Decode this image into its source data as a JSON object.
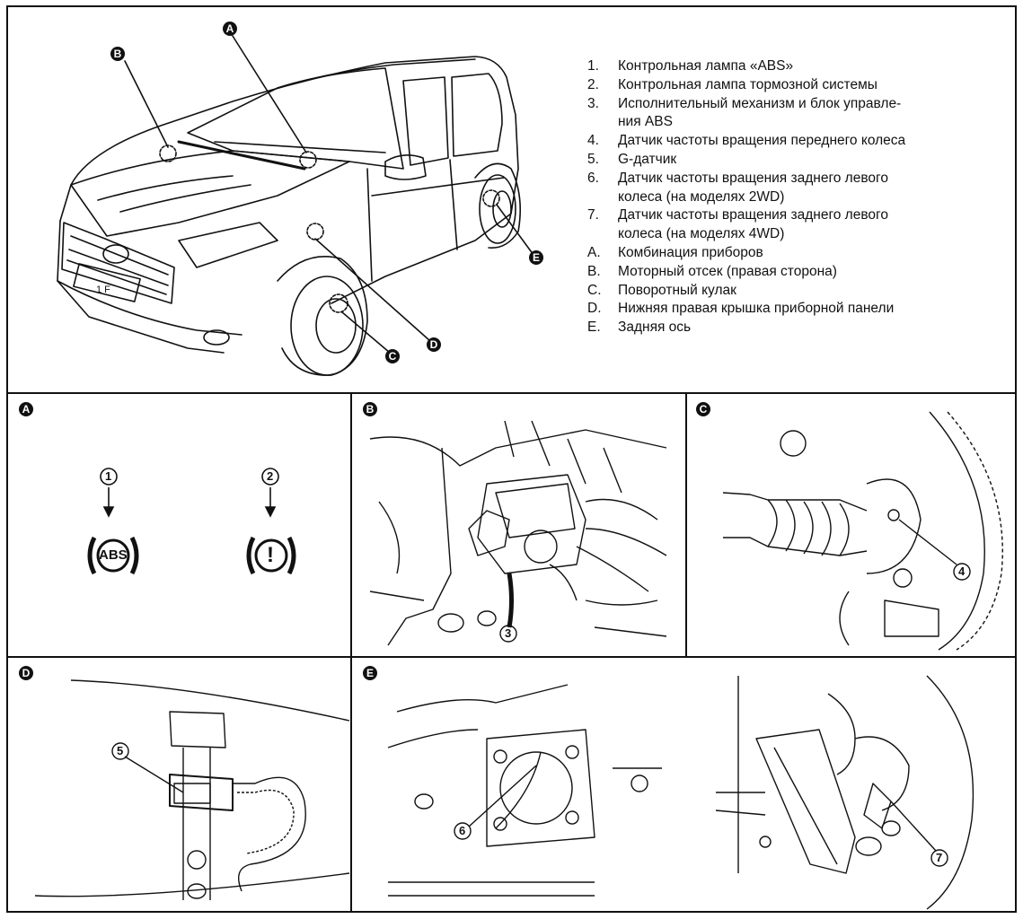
{
  "legend": [
    {
      "key": "1.",
      "text": "Контрольная лампа «ABS»"
    },
    {
      "key": "2.",
      "text": "Контрольная лампа тормозной системы"
    },
    {
      "key": "3.",
      "text": "Исполнительный механизм и блок управле-"
    },
    {
      "key": "",
      "text": "ния ABS"
    },
    {
      "key": "4.",
      "text": "Датчик частоты вращения переднего колеса"
    },
    {
      "key": "5.",
      "text": "G-датчик"
    },
    {
      "key": "6.",
      "text": "Датчик частоты вращения заднего левого"
    },
    {
      "key": "",
      "text": "колеса (на моделях 2WD)"
    },
    {
      "key": "7.",
      "text": "Датчик частоты вращения заднего левого"
    },
    {
      "key": "",
      "text": "колеса (на моделях 4WD)"
    },
    {
      "key": "A.",
      "text": "Комбинация приборов"
    },
    {
      "key": "B.",
      "text": "Моторный отсек (правая сторона)"
    },
    {
      "key": "C.",
      "text": "Поворотный кулак"
    },
    {
      "key": "D.",
      "text": "Нижняя правая крышка приборной панели"
    },
    {
      "key": "E.",
      "text": "Задняя ось"
    }
  ],
  "car_callouts": {
    "a": "A",
    "b": "B",
    "c": "C",
    "d": "D",
    "e": "E"
  },
  "panels": {
    "a": {
      "badge": "A",
      "lamp1_num": "1",
      "lamp1_text": "ABS",
      "lamp2_num": "2",
      "lamp2_text": "!"
    },
    "b": {
      "badge": "B",
      "num": "3"
    },
    "c": {
      "badge": "C",
      "num": "4"
    },
    "d": {
      "badge": "D",
      "num": "5"
    },
    "e": {
      "badge": "E",
      "num6": "6",
      "num7": "7"
    }
  }
}
